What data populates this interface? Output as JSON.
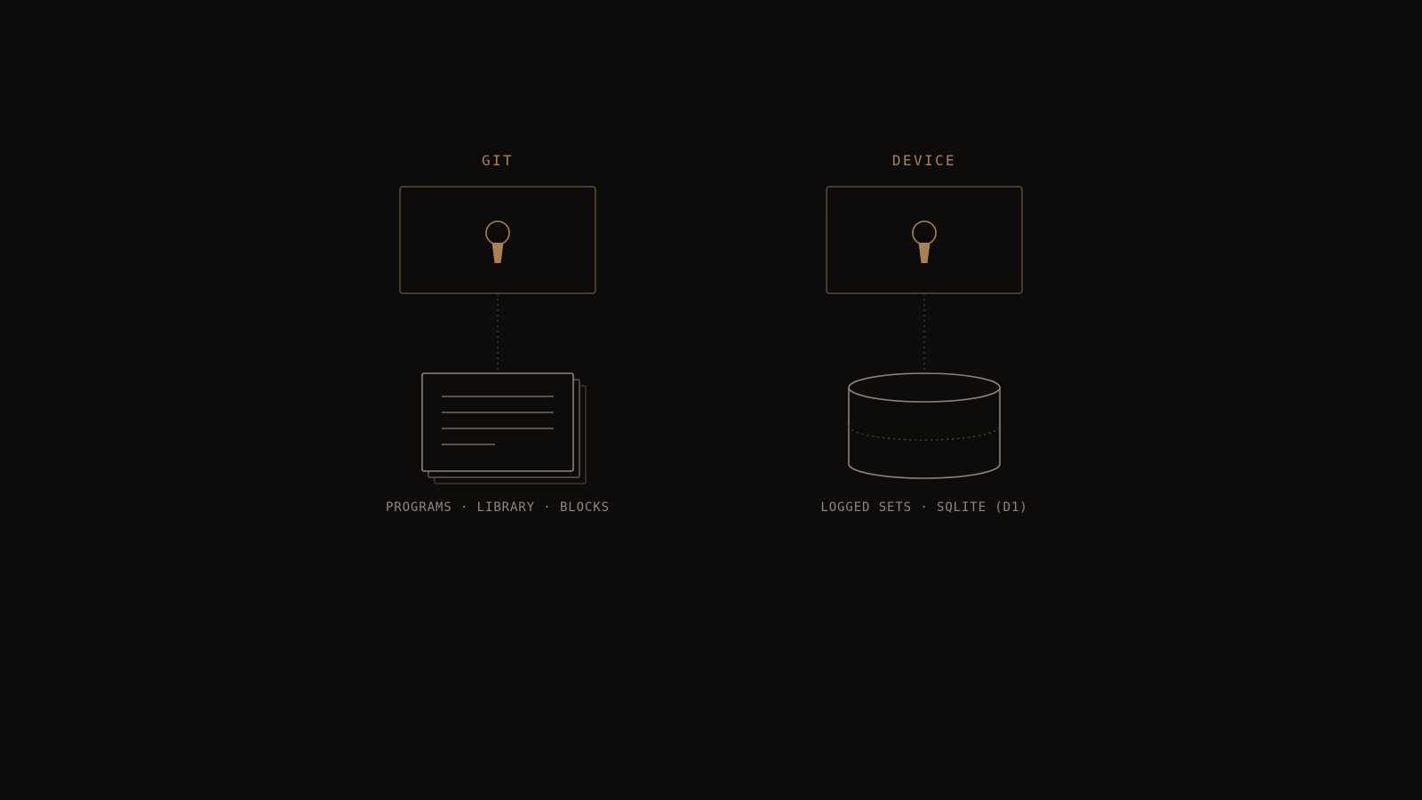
{
  "colors": {
    "background": "#0d0c0b",
    "accent": "#a98253",
    "frame_stroke": "#5a4a34",
    "line_gray": "#8a8478",
    "dim_gray": "#4a4742",
    "caption_text": "#8e887e"
  },
  "columns": [
    {
      "title": "GIT",
      "caption": "PROGRAMS · LIBRARY · BLOCKS",
      "icon": "key-icon",
      "store_icon": "document-stack-icon"
    },
    {
      "title": "DEVICE",
      "caption": "LOGGED SETS · SQLITE (D1)",
      "icon": "key-icon",
      "store_icon": "database-cylinder-icon"
    }
  ]
}
